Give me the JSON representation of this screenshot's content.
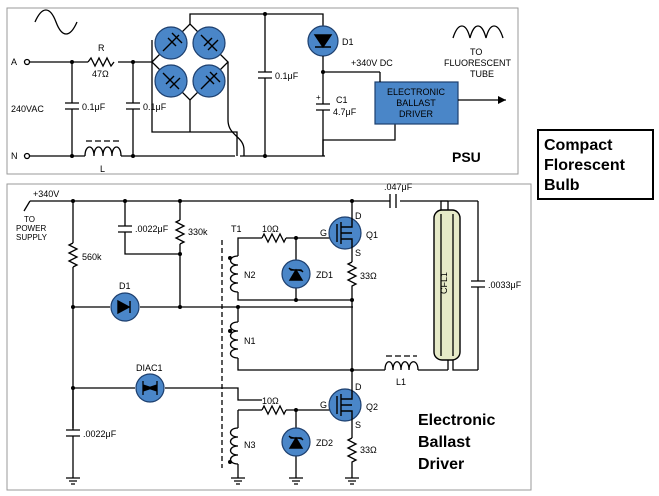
{
  "title": {
    "lines": [
      "Compact",
      "Florescent",
      "Bulb"
    ]
  },
  "psu": {
    "section_label": "PSU",
    "input_voltage": "240VAC",
    "terminal_a": "A",
    "terminal_n": "N",
    "resistor_r_name": "R",
    "resistor_r_value": "47Ω",
    "cap_in_1": "0.1μF",
    "cap_in_2": "0.1μF",
    "inductor_name": "L",
    "cap_bridge": "0.1μF",
    "diode_d1": "D1",
    "rail_label": "+340V DC",
    "cap_c1_name": "C1",
    "cap_c1_value": "4.7μF",
    "ballast_box": [
      "ELECTRONIC",
      "BALLAST",
      "DRIVER"
    ],
    "output_label": [
      "TO",
      "FLUORESCENT",
      "TUBE"
    ]
  },
  "driver": {
    "section_label": [
      "Electronic",
      "Ballast",
      "Driver"
    ],
    "rail_label": "+340V",
    "to_supply": [
      "TO",
      "POWER",
      "SUPPLY"
    ],
    "r_560k": "560k",
    "c_0022_top": ".0022μF",
    "r_330k": "330k",
    "t1": "T1",
    "r_10_top": "10Ω",
    "gate_top": "G",
    "drain_top": "D",
    "q1": "Q1",
    "source_top": "S",
    "n2": "N2",
    "zd1": "ZD1",
    "r_33_top": "33Ω",
    "d1": "D1",
    "n1": "N1",
    "c_047": ".047μF",
    "cfl": "CFL1",
    "c_0033": ".0033μF",
    "l1": "L1",
    "diac": "DIAC1",
    "r_10_bot": "10Ω",
    "gate_bot": "G",
    "drain_bot": "D",
    "q2": "Q2",
    "source_bot": "S",
    "n3": "N3",
    "zd2": "ZD2",
    "r_33_bot": "33Ω",
    "c_0022_bot": ".0022μF"
  }
}
